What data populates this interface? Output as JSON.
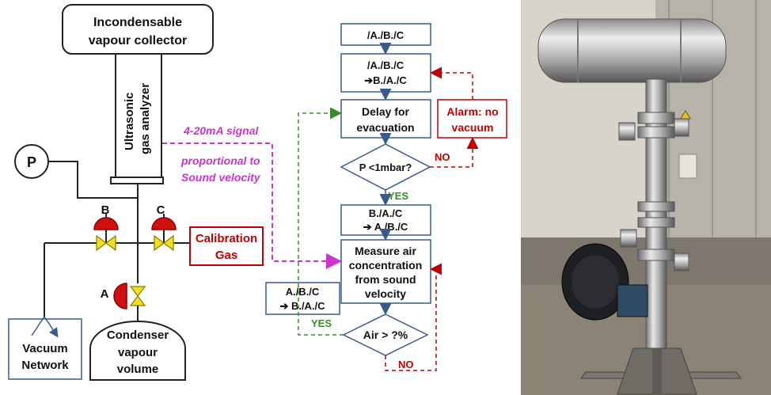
{
  "schematic": {
    "collector_line1": "Incondensable",
    "collector_line2": "vapour collector",
    "analyzer_line1": "Ultrasonic",
    "analyzer_line2": "gas analyzer",
    "signal_line1": "4-20mA signal",
    "signal_line2": "proportional to",
    "signal_line3": "Sound velocity",
    "pressure_label": "P",
    "valve_b": "B",
    "valve_c": "C",
    "valve_a": "A",
    "calibration_line1": "Calibration",
    "calibration_line2": "Gas",
    "vacuum_line1": "Vacuum",
    "vacuum_line2": "Network",
    "condenser_line1": "Condenser",
    "condenser_line2": "vapour",
    "condenser_line3": "volume"
  },
  "flowchart": {
    "box1": "/A./B./C",
    "box2_line1": "/A./B./C",
    "box2_line2": "➔B./A./C",
    "delay_line1": "Delay for",
    "delay_line2": "evacuation",
    "alarm_line1": "Alarm: no",
    "alarm_line2": "vacuum",
    "decision1": "P <1mbar?",
    "no1": "NO",
    "yes1": "YES",
    "box3_line1": "B./A./C",
    "box3_line2": "➔ A./B./C",
    "measure_line1": "Measure air",
    "measure_line2": "concentration",
    "measure_line3": "from sound",
    "measure_line4": "velocity",
    "side_line1": "A./B./C",
    "side_line2": "➔ B./A./C",
    "yes2": "YES",
    "decision2": "Air > ?%",
    "no2": "NO"
  },
  "colors": {
    "box_stroke": "#3a5a8c",
    "red": "#c00000",
    "magenta": "#cc33cc",
    "green": "#3a8a2a",
    "valve_red": "#d01010",
    "valve_yellow": "#f0e020"
  }
}
